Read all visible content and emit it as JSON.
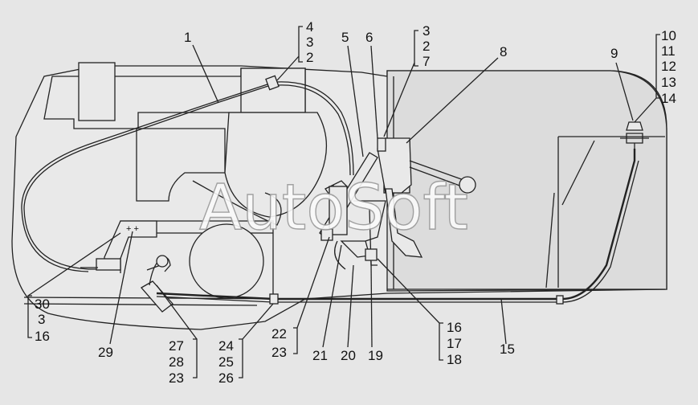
{
  "watermark": "AutoSoft",
  "callouts": [
    {
      "id": "c1",
      "text": "1"
    },
    {
      "id": "c4a",
      "text": "4"
    },
    {
      "id": "c3a",
      "text": "3"
    },
    {
      "id": "c2a",
      "text": "2"
    },
    {
      "id": "c5",
      "text": "5"
    },
    {
      "id": "c6",
      "text": "6"
    },
    {
      "id": "c3b",
      "text": "3"
    },
    {
      "id": "c2b",
      "text": "2"
    },
    {
      "id": "c7",
      "text": "7"
    },
    {
      "id": "c8",
      "text": "8"
    },
    {
      "id": "c9",
      "text": "9"
    },
    {
      "id": "c10",
      "text": "10"
    },
    {
      "id": "c11",
      "text": "11"
    },
    {
      "id": "c12",
      "text": "12"
    },
    {
      "id": "c13",
      "text": "13"
    },
    {
      "id": "c14",
      "text": "14"
    },
    {
      "id": "c30",
      "text": "30"
    },
    {
      "id": "c3c",
      "text": "3"
    },
    {
      "id": "c16a",
      "text": "16"
    },
    {
      "id": "c29",
      "text": "29"
    },
    {
      "id": "c27",
      "text": "27"
    },
    {
      "id": "c28",
      "text": "28"
    },
    {
      "id": "c23a",
      "text": "23"
    },
    {
      "id": "c24",
      "text": "24"
    },
    {
      "id": "c25",
      "text": "25"
    },
    {
      "id": "c26",
      "text": "26"
    },
    {
      "id": "c22",
      "text": "22"
    },
    {
      "id": "c23b",
      "text": "23"
    },
    {
      "id": "c21",
      "text": "21"
    },
    {
      "id": "c20",
      "text": "20"
    },
    {
      "id": "c19",
      "text": "19"
    },
    {
      "id": "c16b",
      "text": "16"
    },
    {
      "id": "c17",
      "text": "17"
    },
    {
      "id": "c18",
      "text": "18"
    },
    {
      "id": "c15",
      "text": "15"
    }
  ]
}
